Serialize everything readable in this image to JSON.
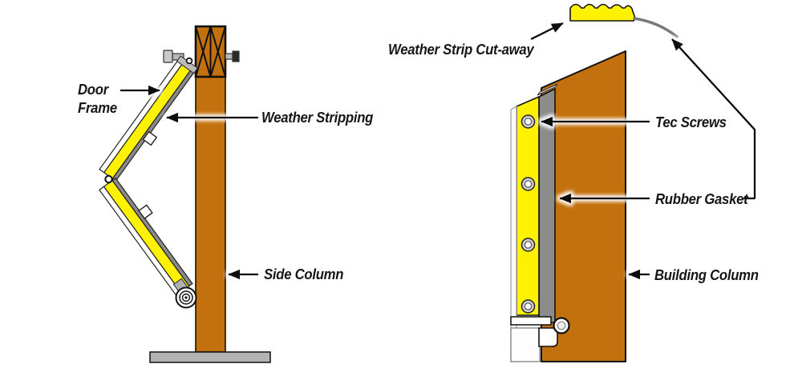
{
  "diagram_title": "Weather stripping installation diagram",
  "colors": {
    "column_brown": "#C3710E",
    "strip_yellow": "#FFF200",
    "gasket_gray": "#8C8C8C",
    "gasket_cap_gray": "#CDCDCD",
    "base_gray": "#B3B3B3",
    "line_black": "#111111"
  },
  "left_diagram": {
    "labels": {
      "door_frame_line1": "Door",
      "door_frame_line2": "Frame",
      "weather_stripping": "Weather Stripping",
      "side_column": "Side Column"
    }
  },
  "right_diagram": {
    "labels": {
      "weather_strip_cutaway": "Weather Strip Cut-away",
      "tec_screws": "Tec Screws",
      "rubber_gasket": "Rubber Gasket",
      "building_column": "Building Column"
    }
  }
}
